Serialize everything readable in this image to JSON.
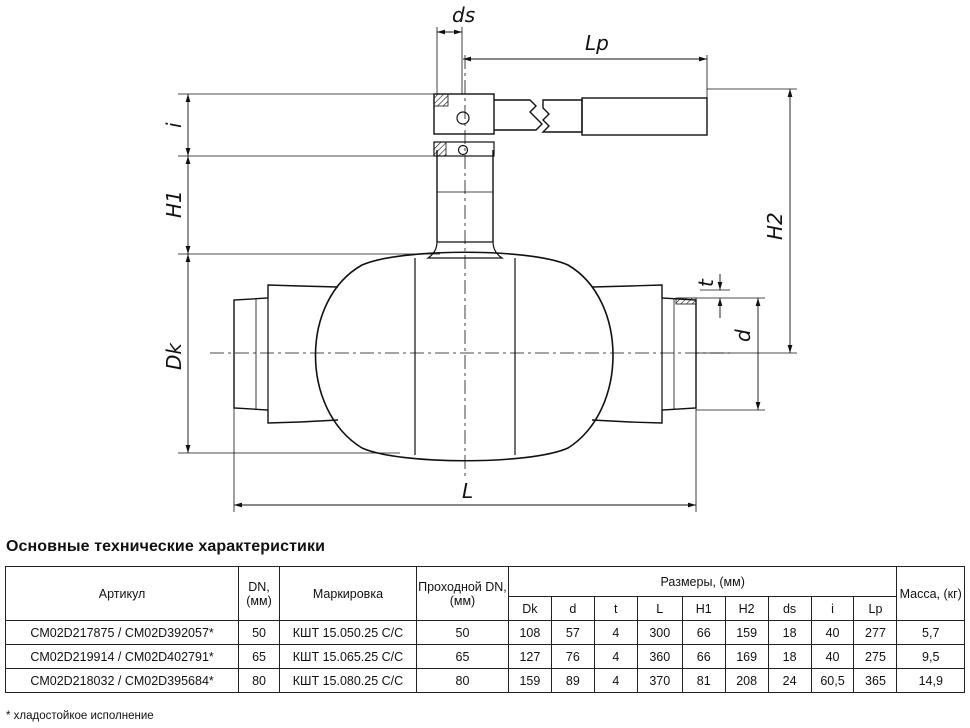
{
  "drawing": {
    "dims": {
      "ds": "ds",
      "lp": "Lp",
      "i": "i",
      "h1": "H1",
      "h2": "H2",
      "dk": "Dk",
      "t": "t",
      "d": "d",
      "l": "L"
    }
  },
  "section_title": "Основные технические характеристики",
  "table": {
    "headers": {
      "article": "Артикул",
      "dn": "DN, (мм)",
      "marking": "Маркировка",
      "bore": "Проходной DN, (мм)",
      "dimensions": "Размеры, (мм)",
      "mass": "Масса, (кг)",
      "dim_cols": [
        "Dk",
        "d",
        "t",
        "L",
        "H1",
        "H2",
        "ds",
        "i",
        "Lp"
      ]
    },
    "rows": [
      [
        "CM02D217875 / CM02D392057*",
        "50",
        "КШТ 15.050.25 С/С",
        "50",
        "108",
        "57",
        "4",
        "300",
        "66",
        "159",
        "18",
        "40",
        "277",
        "5,7"
      ],
      [
        "CM02D219914 / CM02D402791*",
        "65",
        "КШТ 15.065.25 С/С",
        "65",
        "127",
        "76",
        "4",
        "360",
        "66",
        "169",
        "18",
        "40",
        "275",
        "9,5"
      ],
      [
        "CM02D218032 / CM02D395684*",
        "80",
        "КШТ 15.080.25 С/С",
        "80",
        "159",
        "89",
        "4",
        "370",
        "81",
        "208",
        "24",
        "60,5",
        "365",
        "14,9"
      ]
    ]
  },
  "footnote": "* хладостойкое исполнение"
}
